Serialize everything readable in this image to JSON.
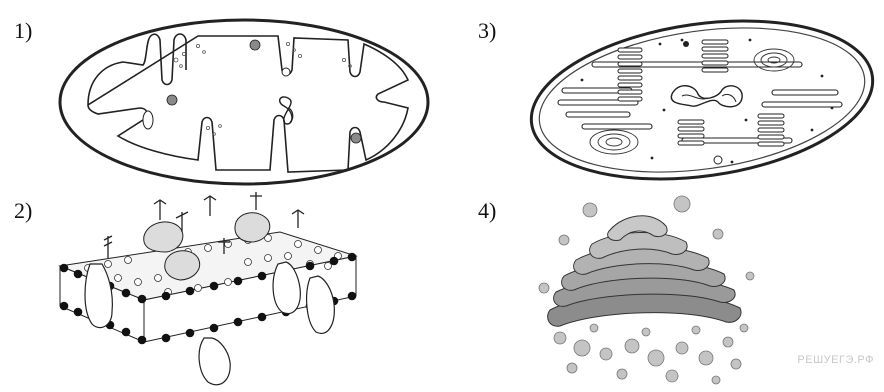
{
  "panels": [
    {
      "label": "1)"
    },
    {
      "label": "2)"
    },
    {
      "label": "3)"
    },
    {
      "label": "4)"
    }
  ],
  "watermark": "РЕШУЕГЭ.РФ",
  "colors": {
    "ink": "#222222",
    "shade": "#8a8a8a",
    "light_shade": "#bdbdbd",
    "background": "#ffffff"
  },
  "figures": [
    "mitochondrion",
    "cell-membrane",
    "chloroplast",
    "golgi-apparatus"
  ]
}
